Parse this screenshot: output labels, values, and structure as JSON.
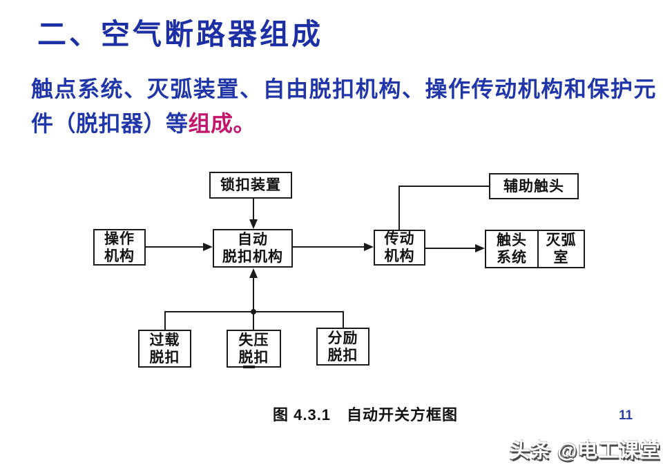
{
  "colors": {
    "title_blue": "#1c2fa5",
    "body_blue": "#1f35a8",
    "highlight_crimson": "#c2156b",
    "pagenum_blue": "#2b3ea8",
    "diagram_ink": "#1a1a1a"
  },
  "title": {
    "text": "二、空气断路器组成"
  },
  "intro": {
    "main_text": "触点系统、灭弧装置、自由脱扣机构、操作传动机构和保护元件（脱扣器）等",
    "highlight_text": "组成。"
  },
  "diagram": {
    "caption": "图 4.3.1　自动开关方框图",
    "boxes": {
      "lock": {
        "label": "锁扣装置"
      },
      "operating": {
        "line1": "操作",
        "line2": "机构"
      },
      "auto_trip": {
        "line1": "自动",
        "line2": "脱扣机构"
      },
      "transmission": {
        "line1": "传动",
        "line2": "机构"
      },
      "aux_contact": {
        "label": "辅助触头"
      },
      "contact_system": {
        "line1": "触头",
        "line2": "系统"
      },
      "arc_chamber": {
        "line1": "灭弧",
        "line2": "室"
      },
      "overload": {
        "line1": "过载",
        "line2": "脱扣"
      },
      "undervoltage": {
        "line1": "失压",
        "line2": "脱扣"
      },
      "shunt": {
        "line1": "分励",
        "line2": "脱扣"
      }
    }
  },
  "page": {
    "number": "11"
  },
  "watermark": {
    "text": "头条 @电工课堂"
  }
}
